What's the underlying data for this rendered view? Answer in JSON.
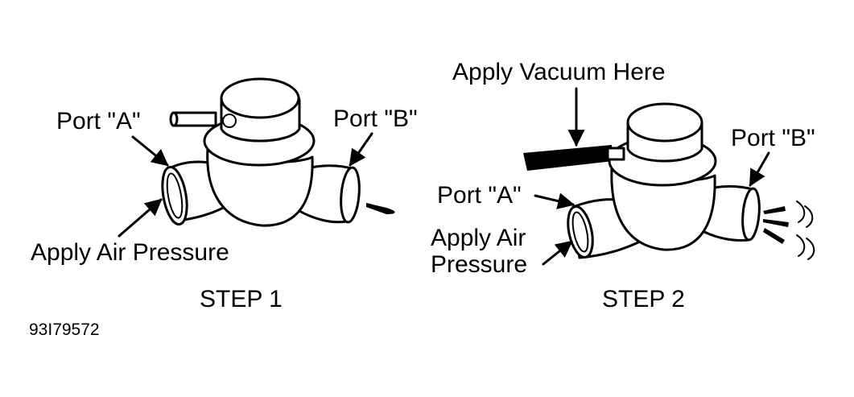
{
  "step1": {
    "label_port_a": "Port \"A\"",
    "label_port_b": "Port \"B\"",
    "label_apply_air": "Apply Air Pressure",
    "title": "STEP 1"
  },
  "step2": {
    "label_apply_vacuum": "Apply Vacuum Here",
    "label_port_a": "Port \"A\"",
    "label_port_b": "Port \"B\"",
    "label_apply_air_line1": "Apply Air",
    "label_apply_air_line2": "Pressure",
    "title": "STEP 2"
  },
  "figure_code": "93I79572"
}
